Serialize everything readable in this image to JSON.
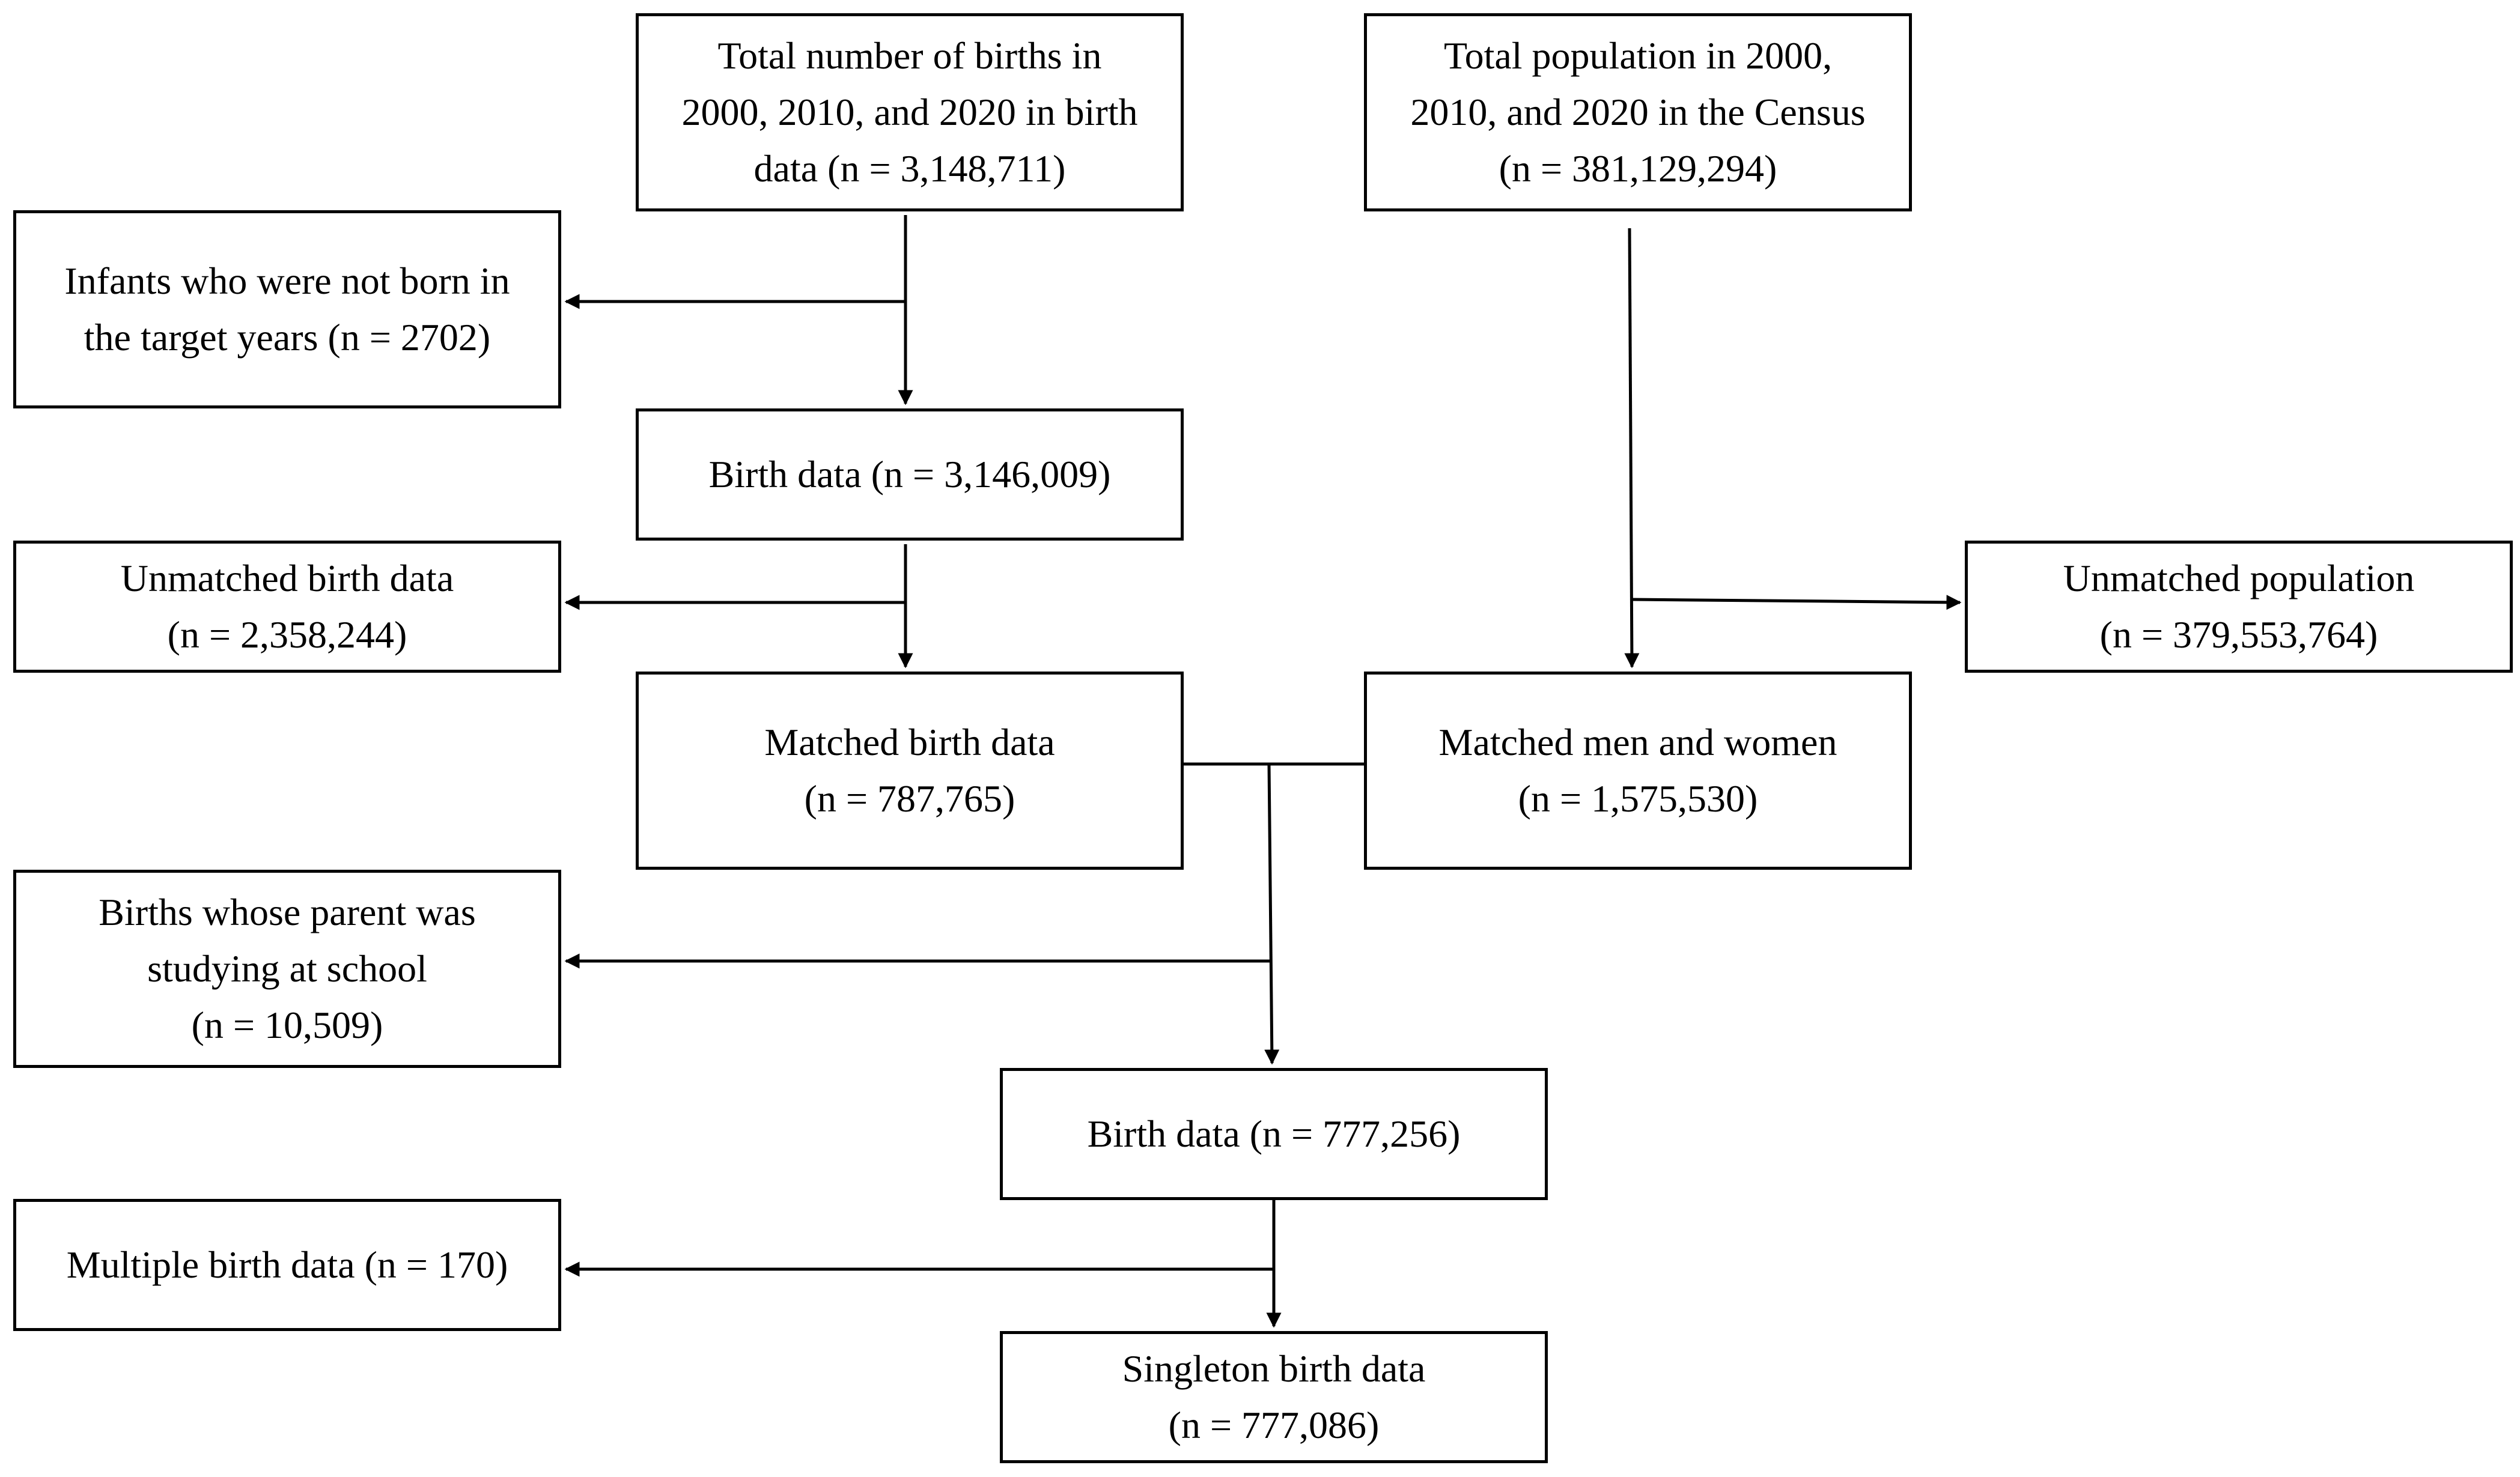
{
  "boxes": {
    "total_births": "Total number of births in\n2000, 2010, and 2020 in birth\ndata (n = 3,148,711)",
    "total_population": "Total population in 2000,\n2010, and 2020 in the Census\n(n = 381,129,294)",
    "not_born_target": "Infants who were not born in\nthe target years  (n = 2702)",
    "birth_data_1": "Birth data (n = 3,146,009)",
    "unmatched_birth": "Unmatched birth data\n(n = 2,358,244)",
    "unmatched_population": "Unmatched population\n(n = 379,553,764)",
    "matched_birth": "Matched birth data\n(n = 787,765)",
    "matched_men_women": "Matched men and women\n(n = 1,575,530)",
    "parent_studying": "Births whose parent was\nstudying at school\n(n = 10,509)",
    "birth_data_2": "Birth data (n = 777,256)",
    "multiple_birth": "Multiple birth data  (n = 170)",
    "singleton_birth": "Singleton birth data\n(n = 777,086)"
  }
}
